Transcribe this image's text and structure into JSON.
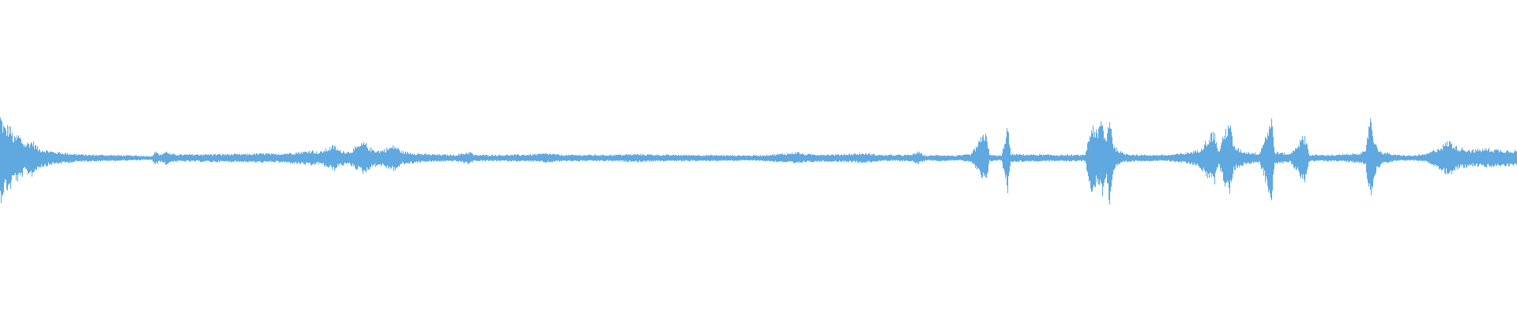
{
  "waveform": {
    "color": "#5fa8e0",
    "background": "#ffffff",
    "description_visible_text": "",
    "peaks": [
      [
        0,
        0.55
      ],
      [
        0.3,
        0.38
      ],
      [
        0.6,
        0.42
      ],
      [
        0.9,
        0.25
      ],
      [
        1.2,
        0.3
      ],
      [
        1.6,
        0.18
      ],
      [
        2.1,
        0.22
      ],
      [
        2.5,
        0.12
      ],
      [
        3.0,
        0.1
      ],
      [
        3.5,
        0.08
      ],
      [
        4.0,
        0.07
      ],
      [
        5.0,
        0.05
      ],
      [
        6.0,
        0.04
      ],
      [
        7.0,
        0.04
      ],
      [
        8.0,
        0.035
      ],
      [
        9.0,
        0.03
      ],
      [
        10.0,
        0.025
      ],
      [
        10.2,
        0.1
      ],
      [
        10.5,
        0.04
      ],
      [
        11.0,
        0.09
      ],
      [
        11.2,
        0.05
      ],
      [
        12.0,
        0.045
      ],
      [
        14.0,
        0.05
      ],
      [
        16.0,
        0.05
      ],
      [
        17.5,
        0.06
      ],
      [
        18.0,
        0.05
      ],
      [
        20.0,
        0.08
      ],
      [
        20.5,
        0.1
      ],
      [
        21.0,
        0.07
      ],
      [
        22.0,
        0.16
      ],
      [
        22.3,
        0.1
      ],
      [
        23.0,
        0.08
      ],
      [
        24.0,
        0.2
      ],
      [
        24.4,
        0.12
      ],
      [
        25.0,
        0.09
      ],
      [
        26.0,
        0.16
      ],
      [
        26.5,
        0.08
      ],
      [
        28.0,
        0.05
      ],
      [
        30.0,
        0.04
      ],
      [
        31.0,
        0.08
      ],
      [
        31.2,
        0.04
      ],
      [
        33.0,
        0.04
      ],
      [
        35.0,
        0.045
      ],
      [
        36.0,
        0.06
      ],
      [
        37.0,
        0.04
      ],
      [
        40.0,
        0.04
      ],
      [
        42.0,
        0.05
      ],
      [
        44.0,
        0.04
      ],
      [
        46.0,
        0.04
      ],
      [
        48.0,
        0.035
      ],
      [
        50.0,
        0.035
      ],
      [
        52.0,
        0.06
      ],
      [
        52.5,
        0.08
      ],
      [
        53.0,
        0.05
      ],
      [
        55.0,
        0.045
      ],
      [
        57.0,
        0.06
      ],
      [
        58.0,
        0.04
      ],
      [
        60.0,
        0.04
      ],
      [
        60.5,
        0.08
      ],
      [
        61.0,
        0.03
      ],
      [
        62.0,
        0.04
      ],
      [
        63.0,
        0.03
      ],
      [
        64.0,
        0.05
      ],
      [
        65.0,
        0.35
      ],
      [
        65.2,
        0.04
      ],
      [
        66.0,
        0.03
      ],
      [
        66.4,
        0.42
      ],
      [
        66.6,
        0.05
      ],
      [
        68.0,
        0.045
      ],
      [
        70.0,
        0.04
      ],
      [
        71.5,
        0.04
      ],
      [
        71.8,
        0.3
      ],
      [
        72.0,
        0.45
      ],
      [
        72.3,
        0.3
      ],
      [
        72.6,
        0.5
      ],
      [
        72.9,
        0.2
      ],
      [
        73.1,
        0.6
      ],
      [
        73.4,
        0.15
      ],
      [
        74.0,
        0.06
      ],
      [
        75.0,
        0.04
      ],
      [
        77.0,
        0.04
      ],
      [
        78.0,
        0.06
      ],
      [
        79.0,
        0.1
      ],
      [
        80.0,
        0.35
      ],
      [
        80.3,
        0.08
      ],
      [
        81.0,
        0.5
      ],
      [
        81.3,
        0.15
      ],
      [
        82.0,
        0.08
      ],
      [
        83.0,
        0.06
      ],
      [
        83.8,
        0.52
      ],
      [
        84.0,
        0.08
      ],
      [
        85.0,
        0.05
      ],
      [
        86.0,
        0.3
      ],
      [
        86.3,
        0.04
      ],
      [
        88.0,
        0.04
      ],
      [
        89.0,
        0.05
      ],
      [
        90.0,
        0.08
      ],
      [
        90.3,
        0.6
      ],
      [
        90.6,
        0.2
      ],
      [
        91.0,
        0.08
      ],
      [
        92.0,
        0.04
      ],
      [
        93.0,
        0.03
      ],
      [
        94.0,
        0.05
      ],
      [
        95.0,
        0.15
      ],
      [
        95.5,
        0.22
      ],
      [
        96.0,
        0.14
      ],
      [
        97.0,
        0.1
      ],
      [
        98.0,
        0.12
      ],
      [
        99.0,
        0.1
      ],
      [
        100.0,
        0.1
      ]
    ]
  }
}
